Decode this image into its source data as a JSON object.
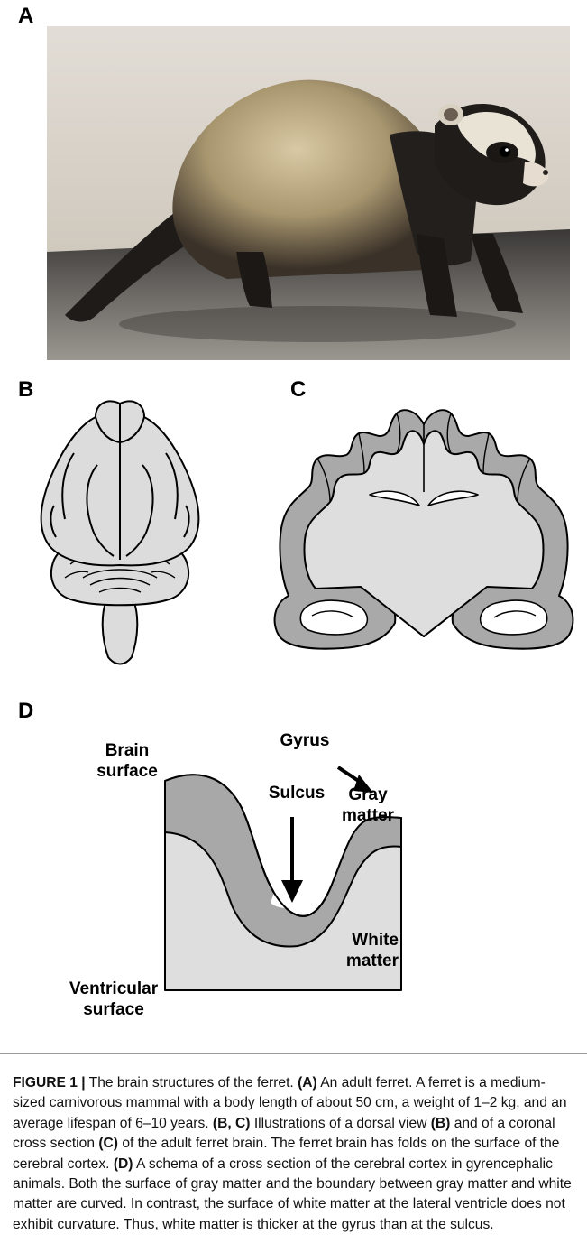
{
  "panels": {
    "a": "A",
    "b": "B",
    "c": "C",
    "d": "D"
  },
  "photo": {
    "subject": "adult ferret on dark table",
    "background": "#d9d2c8"
  },
  "schema_d": {
    "brain_surface": [
      "Brain",
      "surface"
    ],
    "gyrus": "Gyrus",
    "sulcus": "Sulcus",
    "gray_matter": [
      "Gray",
      "matter"
    ],
    "white_matter": [
      "White",
      "matter"
    ],
    "ventricular_surface": [
      "Ventricular",
      "surface"
    ]
  },
  "colors": {
    "gray_matter": "#a8a8a8",
    "white_matter": "#dedede",
    "line": "#000000"
  },
  "caption": {
    "figure_label": "FIGURE 1 |",
    "t1": " The brain structures of the ferret. ",
    "r1": "(A)",
    "t2": " An adult ferret. A ferret is a medium-sized carnivorous mammal with a body length of about 50 cm, a weight of 1–2 kg, and an average lifespan of 6–10 years. ",
    "r2": "(B, C)",
    "t3": " Illustrations of a dorsal view ",
    "r3": "(B)",
    "t4": " and of a coronal cross section ",
    "r4": "(C)",
    "t5": " of the adult ferret brain. The ferret brain has folds on the surface of the cerebral cortex. ",
    "r5": "(D)",
    "t6": " A schema of a cross section of the cerebral cortex in gyrencephalic animals. Both the surface of gray matter and the boundary between gray matter and white matter are curved. In contrast, the surface of white matter at the lateral ventricle does not exhibit curvature. Thus, white matter is thicker at the gyrus than at the sulcus."
  }
}
